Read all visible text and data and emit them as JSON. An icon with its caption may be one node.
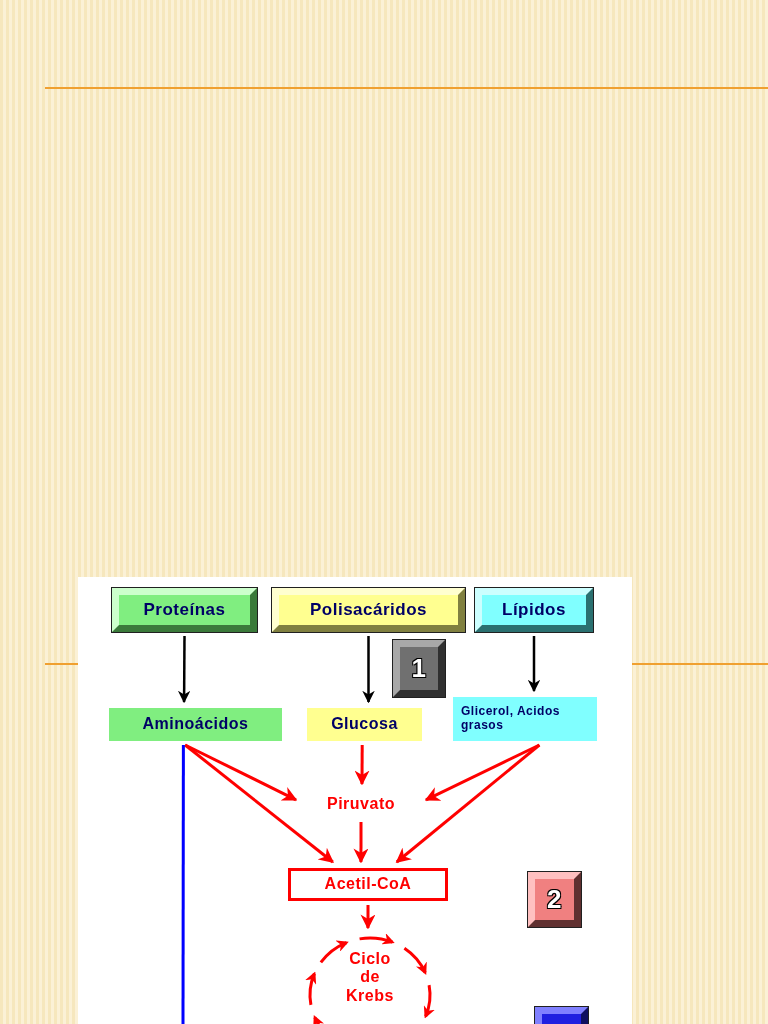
{
  "diagram": {
    "nodes": [
      {
        "text": [
          "Proteínas"
        ]
      },
      {
        "text": [
          "Polisacáridos"
        ]
      },
      {
        "text": [
          "Lípidos"
        ]
      },
      {
        "text": [
          "Aminoácidos"
        ]
      },
      {
        "text": [
          "Glucosa"
        ]
      },
      {
        "text": [
          "Glicerol, Acidos grasos"
        ]
      },
      {
        "text": [
          "Piruvato"
        ]
      },
      {
        "text": [
          "Acetil-CoA"
        ]
      },
      {
        "text": [
          "Ciclo de Krebs"
        ]
      },
      {
        "text": [
          "1"
        ]
      },
      {
        "text": [
          "2"
        ]
      },
      {
        "text": [],
        "shape": "box"
      }
    ],
    "edges": [
      {
        "from": 0,
        "to": 3,
        "arrow": "to",
        "color": "#000000"
      },
      {
        "from": 1,
        "to": 4,
        "arrow": "to",
        "color": "#000000"
      },
      {
        "from": 2,
        "to": 5,
        "arrow": "to",
        "color": "#000000"
      },
      {
        "from": 3,
        "to": 6,
        "arrow": "to"
      },
      {
        "from": 3,
        "to": 7,
        "arrow": "to"
      },
      {
        "from": 4,
        "to": 6,
        "arrow": "to"
      },
      {
        "from": 5,
        "to": 6,
        "arrow": "to"
      },
      {
        "from": 5,
        "to": 7,
        "arrow": "to"
      },
      {
        "from": 6,
        "to": 7,
        "arrow": "to"
      },
      {
        "from": 7,
        "to": 8,
        "arrow": "to"
      },
      {
        "from": 3,
        "to": null,
        "arrow": "none",
        "color": "#0000ff"
      }
    ]
  }
}
